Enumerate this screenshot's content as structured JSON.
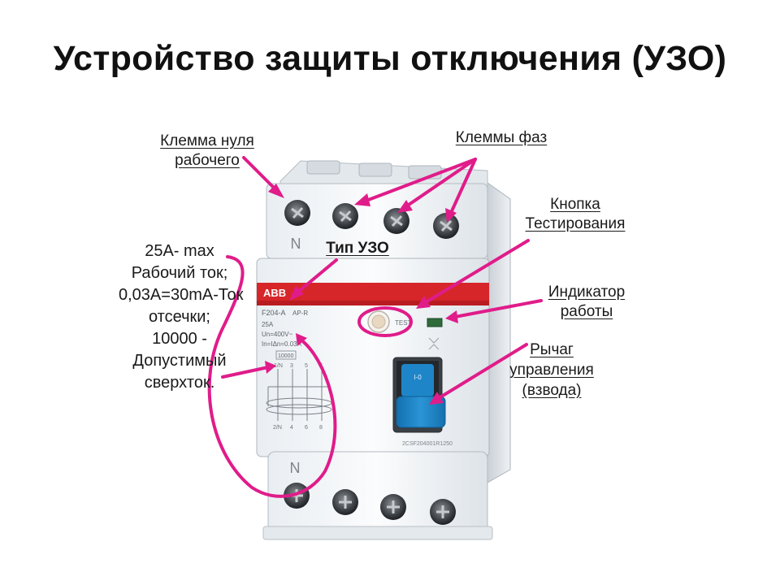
{
  "title": "Устройство защиты отключения (УЗО)",
  "labels": {
    "neutral_terminal": [
      "Клемма нуля",
      "рабочего"
    ],
    "phase_terminals": "Клеммы фаз",
    "test_button": [
      "Кнопка",
      "Тестирования"
    ],
    "rcd_type": "Тип УЗО",
    "indicator": [
      "Индикатор",
      "работы"
    ],
    "lever": [
      "Рычаг",
      "управления",
      "(взвода)"
    ],
    "ratings": [
      "25A- max",
      "Рабочий ток;",
      "0,03A=30mA-Ток",
      "отсечки;",
      "10000 -",
      "Допустимый",
      "сверхток."
    ]
  },
  "device": {
    "brand": "ABB",
    "model": "F204-A",
    "type_mark": "AP-R",
    "spec_lines": [
      "25A",
      "Un=400V~",
      "In=IΔn=0.03A"
    ],
    "test_label": "TEST",
    "n_mark": "N",
    "lever_mark": "I-0",
    "terminal_numbers_top": [
      "1/N",
      "3",
      "5",
      "7"
    ],
    "terminal_numbers_bottom": [
      "2/N",
      "4",
      "6",
      "8"
    ],
    "serial": "2CSF204001R1250",
    "short_circuit_box": "10000"
  },
  "colors": {
    "arrow": "#e01c8a",
    "stripe": "#d6262a",
    "lever": "#1e86c8",
    "indicator": "#2f6b3a"
  }
}
